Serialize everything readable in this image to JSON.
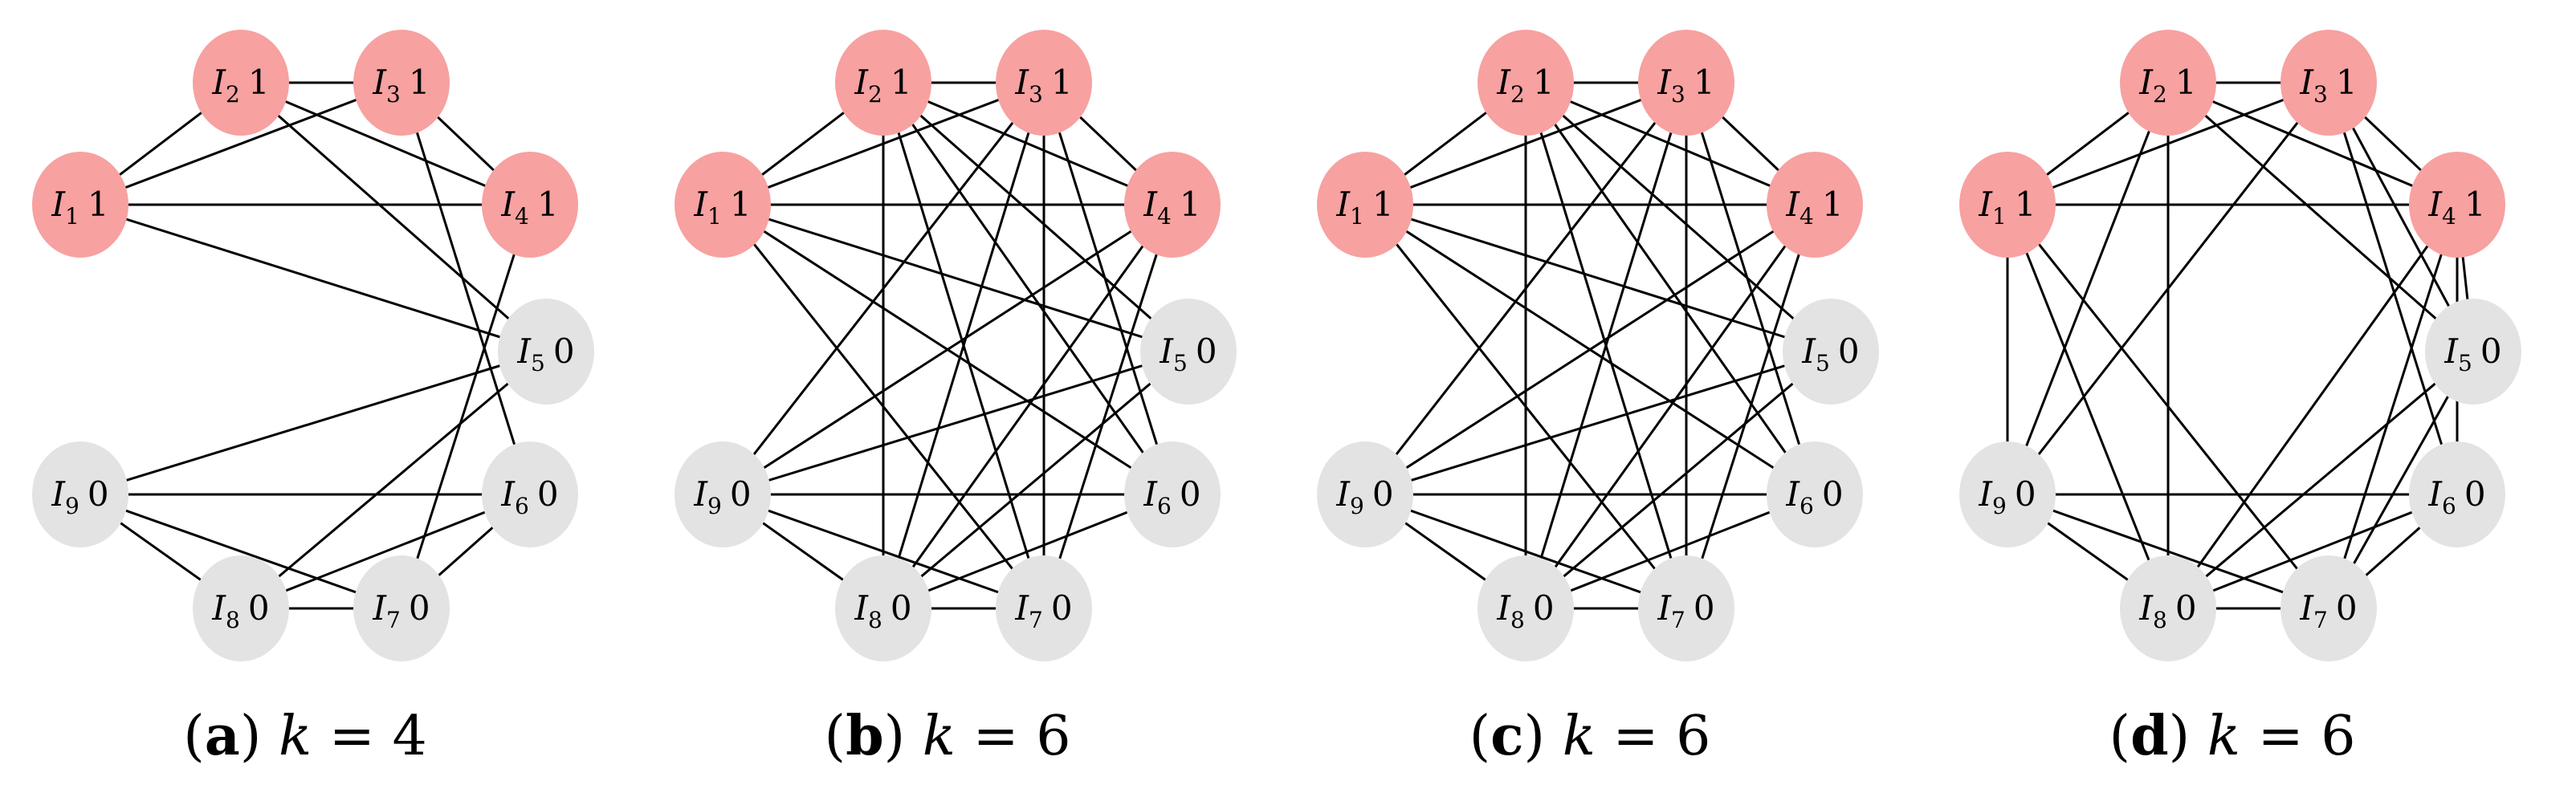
{
  "colors": {
    "active": "#f7a1a1",
    "inactive": "#e3e3e3",
    "edge": "#000000"
  },
  "node_symbol": "I",
  "panels": [
    {
      "caption": {
        "open": "(",
        "letter": "a",
        "close": ")",
        "var": "k",
        "eq": " = ",
        "value": "4"
      },
      "nodes": [
        {
          "id": "1",
          "state": "1"
        },
        {
          "id": "2",
          "state": "1"
        },
        {
          "id": "3",
          "state": "1"
        },
        {
          "id": "4",
          "state": "1"
        },
        {
          "id": "5",
          "state": "0"
        },
        {
          "id": "6",
          "state": "0"
        },
        {
          "id": "7",
          "state": "0"
        },
        {
          "id": "8",
          "state": "0"
        },
        {
          "id": "9",
          "state": "0"
        }
      ],
      "edges": [
        [
          1,
          2
        ],
        [
          1,
          3
        ],
        [
          1,
          4
        ],
        [
          1,
          5
        ],
        [
          2,
          3
        ],
        [
          2,
          4
        ],
        [
          2,
          5
        ],
        [
          3,
          4
        ],
        [
          3,
          6
        ],
        [
          4,
          7
        ],
        [
          5,
          8
        ],
        [
          5,
          9
        ],
        [
          6,
          7
        ],
        [
          6,
          8
        ],
        [
          6,
          9
        ],
        [
          7,
          8
        ],
        [
          7,
          9
        ],
        [
          8,
          9
        ]
      ]
    },
    {
      "caption": {
        "open": "(",
        "letter": "b",
        "close": ")",
        "var": "k",
        "eq": " = ",
        "value": "6"
      },
      "nodes": [
        {
          "id": "1",
          "state": "1"
        },
        {
          "id": "2",
          "state": "1"
        },
        {
          "id": "3",
          "state": "1"
        },
        {
          "id": "4",
          "state": "1"
        },
        {
          "id": "5",
          "state": "0"
        },
        {
          "id": "6",
          "state": "0"
        },
        {
          "id": "7",
          "state": "0"
        },
        {
          "id": "8",
          "state": "0"
        },
        {
          "id": "9",
          "state": "0"
        }
      ],
      "edges": [
        [
          1,
          2
        ],
        [
          1,
          3
        ],
        [
          1,
          4
        ],
        [
          1,
          5
        ],
        [
          1,
          6
        ],
        [
          1,
          7
        ],
        [
          2,
          3
        ],
        [
          2,
          4
        ],
        [
          2,
          5
        ],
        [
          2,
          6
        ],
        [
          2,
          7
        ],
        [
          3,
          4
        ],
        [
          3,
          6
        ],
        [
          3,
          8
        ],
        [
          3,
          9
        ],
        [
          4,
          7
        ],
        [
          4,
          8
        ],
        [
          4,
          9
        ],
        [
          5,
          8
        ],
        [
          5,
          9
        ],
        [
          6,
          8
        ],
        [
          6,
          9
        ],
        [
          7,
          8
        ],
        [
          7,
          9
        ],
        [
          8,
          9
        ],
        [
          2,
          8
        ],
        [
          3,
          7
        ]
      ]
    },
    {
      "caption": {
        "open": "(",
        "letter": "c",
        "close": ")",
        "var": "k",
        "eq": " = ",
        "value": "6"
      },
      "nodes": [
        {
          "id": "1",
          "state": "1"
        },
        {
          "id": "2",
          "state": "1"
        },
        {
          "id": "3",
          "state": "1"
        },
        {
          "id": "4",
          "state": "1"
        },
        {
          "id": "5",
          "state": "0"
        },
        {
          "id": "6",
          "state": "0"
        },
        {
          "id": "7",
          "state": "0"
        },
        {
          "id": "8",
          "state": "0"
        },
        {
          "id": "9",
          "state": "0"
        }
      ],
      "edges": [
        [
          1,
          2
        ],
        [
          1,
          3
        ],
        [
          1,
          4
        ],
        [
          1,
          5
        ],
        [
          1,
          6
        ],
        [
          1,
          7
        ],
        [
          2,
          3
        ],
        [
          2,
          4
        ],
        [
          2,
          5
        ],
        [
          2,
          6
        ],
        [
          2,
          8
        ],
        [
          3,
          4
        ],
        [
          3,
          9
        ],
        [
          3,
          6
        ],
        [
          3,
          7
        ],
        [
          4,
          8
        ],
        [
          4,
          9
        ],
        [
          4,
          7
        ],
        [
          5,
          8
        ],
        [
          5,
          9
        ],
        [
          6,
          8
        ],
        [
          6,
          9
        ],
        [
          7,
          8
        ],
        [
          7,
          9
        ],
        [
          8,
          9
        ],
        [
          2,
          7
        ],
        [
          3,
          8
        ]
      ]
    },
    {
      "caption": {
        "open": "(",
        "letter": "d",
        "close": ")",
        "var": "k",
        "eq": " = ",
        "value": "6"
      },
      "nodes": [
        {
          "id": "1",
          "state": "1"
        },
        {
          "id": "2",
          "state": "1"
        },
        {
          "id": "3",
          "state": "1"
        },
        {
          "id": "4",
          "state": "1"
        },
        {
          "id": "5",
          "state": "0"
        },
        {
          "id": "6",
          "state": "0"
        },
        {
          "id": "7",
          "state": "0"
        },
        {
          "id": "8",
          "state": "0"
        },
        {
          "id": "9",
          "state": "0"
        }
      ],
      "edges": [
        [
          1,
          2
        ],
        [
          1,
          3
        ],
        [
          1,
          9
        ],
        [
          1,
          8
        ],
        [
          1,
          7
        ],
        [
          2,
          3
        ],
        [
          2,
          4
        ],
        [
          2,
          9
        ],
        [
          2,
          8
        ],
        [
          2,
          5
        ],
        [
          3,
          4
        ],
        [
          3,
          9
        ],
        [
          3,
          5
        ],
        [
          3,
          6
        ],
        [
          4,
          5
        ],
        [
          4,
          6
        ],
        [
          4,
          8
        ],
        [
          4,
          7
        ],
        [
          5,
          7
        ],
        [
          5,
          8
        ],
        [
          6,
          9
        ],
        [
          6,
          8
        ],
        [
          6,
          7
        ],
        [
          7,
          8
        ],
        [
          7,
          9
        ],
        [
          8,
          9
        ],
        [
          1,
          4
        ]
      ]
    }
  ]
}
